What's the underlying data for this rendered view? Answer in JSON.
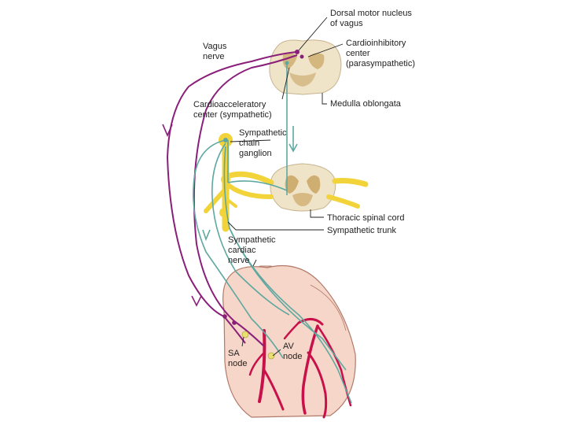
{
  "labels": {
    "dorsal_motor": [
      "Dorsal motor nucleus",
      "of vagus"
    ],
    "vagus": [
      "Vagus",
      "nerve"
    ],
    "cardioinhibitory": [
      "Cardioinhibitory",
      "center",
      "(parasympathetic)"
    ],
    "cardioacceleratory": [
      "Cardioacceleratory",
      "center (sympathetic)"
    ],
    "medulla": "Medulla oblongata",
    "chain_ganglion": [
      "Sympathetic",
      "chain",
      "ganglion"
    ],
    "thoracic": "Thoracic spinal cord",
    "sympathetic_trunk": "Sympathetic trunk",
    "cardiac_nerve": [
      "Sympathetic",
      "cardiac",
      "nerve"
    ],
    "sa_node": [
      "SA",
      "node"
    ],
    "av_node": [
      "AV",
      "node"
    ]
  },
  "colors": {
    "vagus_purple": "#8a1f7a",
    "sympathetic_teal": "#5fa8a0",
    "trunk_yellow": "#f2d43a",
    "heart_pink": "#f6d6c8",
    "heart_outline": "#b07a6a",
    "coronary_red": "#c8104a",
    "cord_tan": "#efe3c8",
    "gray_matter": "#cfae72"
  }
}
